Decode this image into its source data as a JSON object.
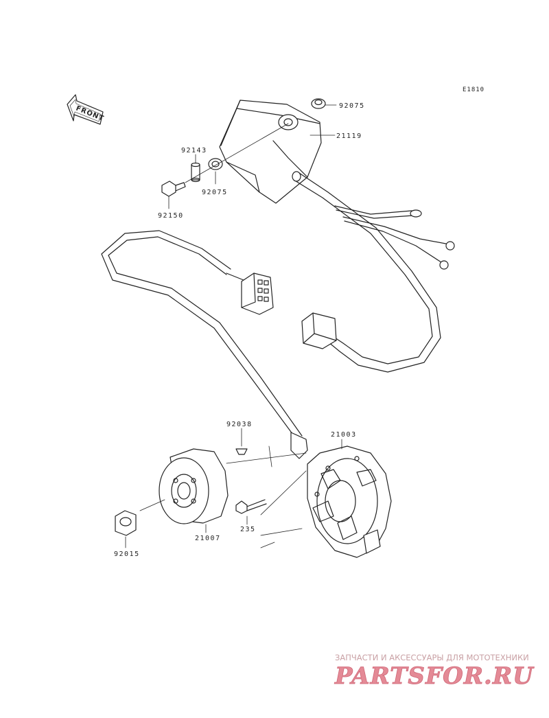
{
  "diagram": {
    "code": "E1810",
    "front_label": "FRONT",
    "parts": [
      {
        "id": "p92075a",
        "number": "92075"
      },
      {
        "id": "p21119",
        "number": "21119"
      },
      {
        "id": "p92143",
        "number": "92143"
      },
      {
        "id": "p92075b",
        "number": "92075"
      },
      {
        "id": "p92150",
        "number": "92150"
      },
      {
        "id": "p92038",
        "number": "92038"
      },
      {
        "id": "p21003",
        "number": "21003"
      },
      {
        "id": "p235",
        "number": "235"
      },
      {
        "id": "p21007",
        "number": "21007"
      },
      {
        "id": "p92015",
        "number": "92015"
      }
    ]
  },
  "watermark": {
    "tagline": "ЗАПЧАСТИ И АКСЕССУАРЫ ДЛЯ МОТОТЕХНИКИ",
    "logo_text": "PARTSFOR.RU"
  }
}
